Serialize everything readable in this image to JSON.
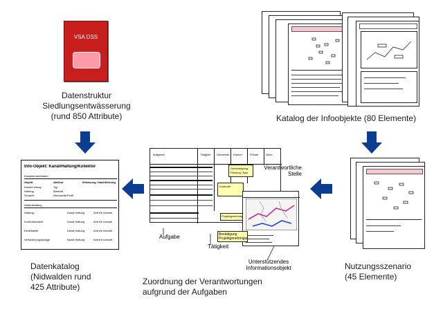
{
  "book": {
    "label": "VSA DSS",
    "color": "#c81e1e",
    "caption_lines": [
      "Datenstruktur",
      "Siedlungsentwässerung",
      "(rund 850 Attribute)"
    ]
  },
  "catalog": {
    "caption": "Katalog der Infoobjekte (80 Elemente)"
  },
  "datenkatalog": {
    "caption_lines": [
      "Datenkatalog",
      "(Nidwalden rund",
      "425 Attribute)"
    ],
    "sheet_title": "Info-Objekt: Kanal/Haltung/Kollektor",
    "sheet_subtitle": "Kanalelementdaten",
    "sheet_rows": [
      [
        "Objekt",
        "Attribut",
        "Erfassung / Nachführung"
      ],
      [
        "Kanal/Leitung",
        "Typ",
        ""
      ],
      [
        "Haltung",
        "Material",
        ""
      ],
      [
        "Schacht",
        "Nennweite/Profil",
        ""
      ]
    ],
    "sheet_section": "Attributkatalog",
    "sheet_list": [
      [
        "Haltung",
        "Kanal Haltung",
        "Amt für Umwelt"
      ],
      [
        "Kontrollschacht",
        "Kanal Haltung",
        "Amt für Umwelt"
      ],
      [
        "Einleitstelle",
        "Kanal Haltung",
        "Amt für Umwelt"
      ],
      [
        "Versickerungsanlage",
        "Kanal Haltung",
        "Amt für Umwelt"
      ]
    ]
  },
  "zuordnung": {
    "caption_lines": [
      "Zuordnung der Verantwortungen",
      "aufgrund der Aufgaben"
    ],
    "callouts": {
      "stelle": [
        "Verantwortliche",
        "Stelle"
      ],
      "aufgabe": "Aufgabe",
      "taetigkeit": "Tätigkeit",
      "infoobjekt": [
        "Unterstützendes",
        "Informationsobjekt"
      ]
    },
    "note_labels": [
      "Genehmigung",
      "Planung / Bau",
      "Kontrolle"
    ],
    "note_center": "Projektgenehmigung",
    "note_bottom": "Bestätigung Projektgenehmigung",
    "table_header": [
      "Aufgaben",
      "Tätigkeit",
      "Gemeinde",
      "Kanton",
      "Private",
      "Büro"
    ]
  },
  "nutzung": {
    "caption_lines": [
      "Nutzungsszenario",
      "(45 Elemente)"
    ]
  },
  "colors": {
    "arrow": "#0b3d91",
    "note_yellow": "#ffffb0",
    "sheet_header": "#f5c8d2",
    "map_pink": "#cc2a8c",
    "map_blue": "#2a44c8"
  }
}
